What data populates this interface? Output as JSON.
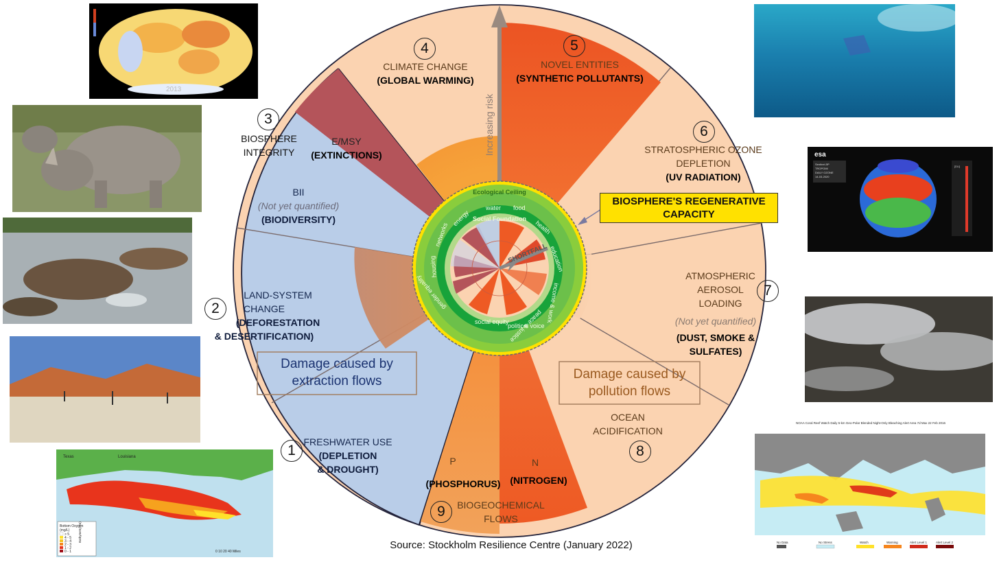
{
  "source": "Source: Stockholm Resilience Centre (January 2022)",
  "center": {
    "regen_line1": "BIOSPHERE'S REGENERATIVE",
    "regen_line2": "CAPACITY",
    "ecological_ceiling": "Ecological Ceiling",
    "social_foundation": "Social Foundation",
    "shortfall": "SHORTFALL",
    "ring_labels": [
      "water",
      "food",
      "health",
      "education",
      "income & work",
      "peace & justice",
      "political voice",
      "social equity",
      "gender equality",
      "housing",
      "networks",
      "energy"
    ]
  },
  "axis_label": "Increasing risk",
  "boundaries": {
    "b1": {
      "num": "1",
      "title": "FRESHWATER USE",
      "sub1": "(DEPLETION",
      "sub2": "& DROUGHT)"
    },
    "b2": {
      "num": "2",
      "title1": "LAND-SYSTEM",
      "title2": "CHANGE",
      "sub1": "(DEFORESTATION",
      "sub2": "& DESERTIFICATION)"
    },
    "b3": {
      "num": "3",
      "title1": "BIOSPHERE",
      "title2": "INTEGRITY",
      "emsy": "E/MSY",
      "extinctions": "(EXTINCTIONS)",
      "bii": "BII",
      "nyq": "(Not yet quantified)",
      "biodiversity": "(BIODIVERSITY)"
    },
    "b4": {
      "num": "4",
      "title": "CLIMATE CHANGE",
      "sub": "(GLOBAL WARMING)"
    },
    "b5": {
      "num": "5",
      "title": "NOVEL ENTITIES",
      "sub": "(SYNTHETIC POLLUTANTS)"
    },
    "b6": {
      "num": "6",
      "title1": "STRATOSPHERIC OZONE",
      "title2": "DEPLETION",
      "sub": "(UV RADIATION)"
    },
    "b7": {
      "num": "7",
      "title1": "ATMOSPHERIC",
      "title2": "AEROSOL",
      "title3": "LOADING",
      "nyq": "(Not yet quantified)",
      "sub1": "(DUST, SMOKE &",
      "sub2": "SULFATES)"
    },
    "b8": {
      "num": "8",
      "title1": "OCEAN",
      "title2": "ACIDIFICATION"
    },
    "b9": {
      "num": "9",
      "title1": "BIOGEOCHEMICAL",
      "title2": "FLOWS",
      "p": "P",
      "phosphorus": "(PHOSPHORUS)",
      "n": "N",
      "nitrogen": "(NITROGEN)"
    }
  },
  "damage_extraction1": "Damage caused by",
  "damage_extraction2": "extraction flows",
  "damage_pollution1": "Damage caused by",
  "damage_pollution2": "pollution flows",
  "photos": {
    "temp_map_year": "2013",
    "esa_logo": "esa",
    "esa_line1": "Sentinel-5P",
    "esa_line2": "TROPOMI",
    "esa_line3": "DAILY OZONE",
    "esa_line4": "14-03-2020",
    "esa_unit": "[DU]",
    "dz_state1": "Texas",
    "dz_state2": "Louisiana",
    "dz_legend_title": "Bottom Oxygen",
    "dz_legend_unit": "(mg/L)",
    "dz_legend_items": [
      "> 5",
      "4 - 5",
      "3 - 4",
      "2 - 3",
      "1 - 2",
      "0 - 1"
    ],
    "dz_bathy": "Bathymetry (m)",
    "dz_scale": "0  10  20      40 Miles",
    "noaa_title": "NOAA Coral Reef Watch Daily 5-km Geo-Polar Blended Night-Only Bleaching Alert Area 7d Max 22 Feb 2016",
    "noaa_legend": [
      "No Data",
      "No Stress",
      "Watch",
      "Warning",
      "Alert Level 1",
      "Alert Level 2"
    ]
  },
  "colors": {
    "peach": "#fbd3b1",
    "blue_sector": "#b9cde8",
    "orange": "#f28f2a",
    "red_orange": "#ef5a20",
    "maroon": "#b4545a",
    "green": "#7ac943",
    "regen_yellow": "#ffe100"
  }
}
